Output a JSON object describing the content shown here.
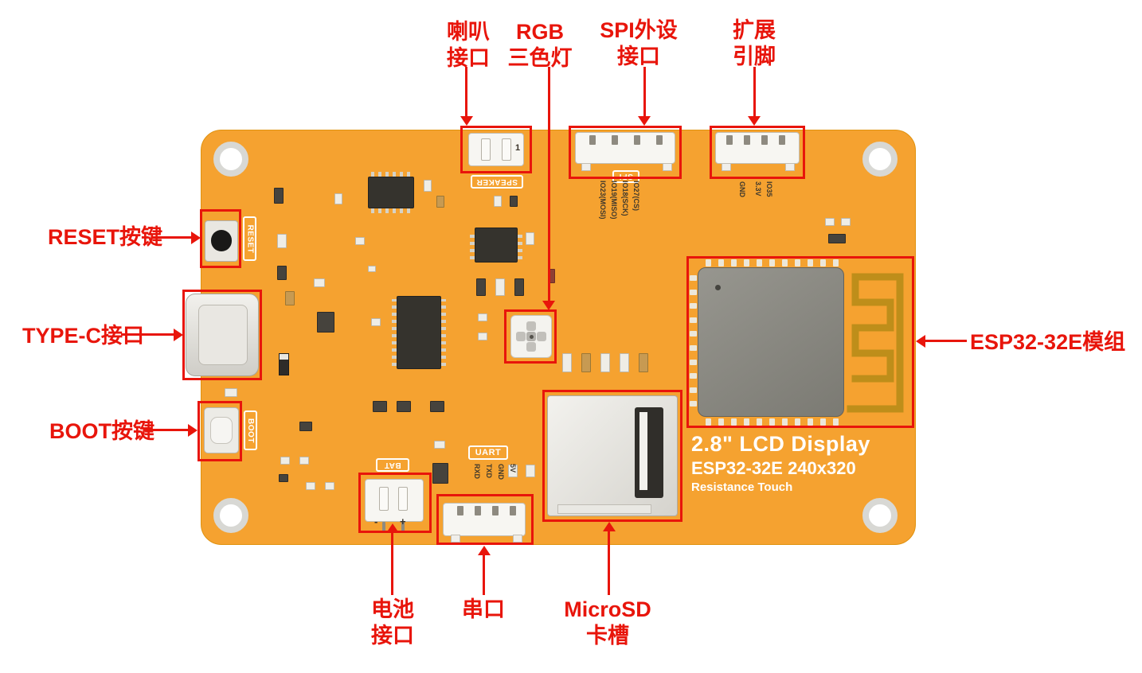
{
  "colors": {
    "board_orange": "#F5A230",
    "annotation_red": "#E8150B",
    "antenna_gold": "#BE8E1A",
    "silkscreen_white": "#FFFFFF"
  },
  "annotations": {
    "speaker": {
      "line1": "喇叭",
      "line2": "接口"
    },
    "rgb": {
      "line1": "RGB",
      "line2": "三色灯"
    },
    "spi": {
      "line1": "SPI外设",
      "line2": "接口"
    },
    "expansion": {
      "line1": "扩展",
      "line2": "引脚"
    },
    "reset": {
      "label": "RESET按键"
    },
    "typec": {
      "label": "TYPE-C接口"
    },
    "boot": {
      "label": "BOOT按键"
    },
    "esp32": {
      "label": "ESP32-32E模组"
    },
    "battery": {
      "line1": "电池",
      "line2": "接口"
    },
    "serial": {
      "label": "串口"
    },
    "microsd": {
      "line1": "MicroSD",
      "line2": "卡槽"
    }
  },
  "silkscreen": {
    "display_title": "2.8\" LCD Display",
    "display_subtitle": "ESP32-32E 240x320",
    "display_touch": "Resistance Touch",
    "speaker": "SPEAKER",
    "spi": "SPI",
    "uart": "UART",
    "bat": "BAT",
    "reset": "RESET",
    "boot": "BOOT",
    "speaker_pin1": "1",
    "bat_polarity": "- +",
    "spi_pins": [
      "IO23(MOSI)",
      "IO19(MISO)",
      "IO18(SCK)",
      "IO27(CS)"
    ],
    "expansion_pins": [
      "GND",
      "3.3V",
      "IO35"
    ],
    "uart_pins": [
      "RXD",
      "TXD",
      "GND",
      "5V"
    ]
  }
}
